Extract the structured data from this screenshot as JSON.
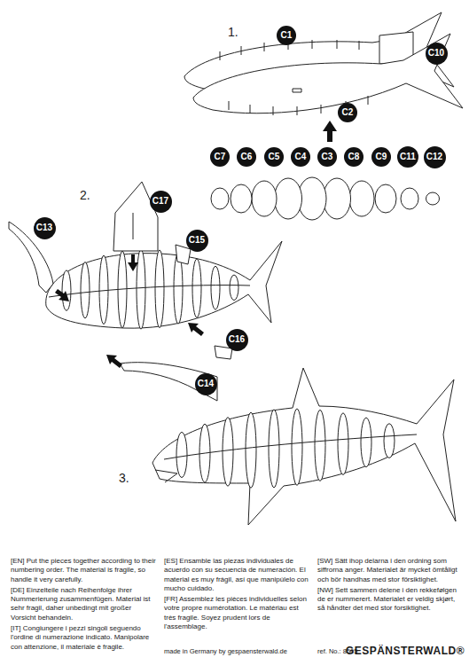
{
  "diagram": {
    "nodes": [
      {
        "text": [
          "C1"
        ]
      },
      {
        "text": [
          "C10"
        ]
      },
      {
        "text": [
          "C2"
        ]
      },
      {
        "text": [
          "C7"
        ]
      },
      {
        "text": [
          "C6"
        ]
      },
      {
        "text": [
          "C5"
        ]
      },
      {
        "text": [
          "C4"
        ]
      },
      {
        "text": [
          "C3"
        ]
      },
      {
        "text": [
          "C8"
        ]
      },
      {
        "text": [
          "C9"
        ]
      },
      {
        "text": [
          "C11"
        ]
      },
      {
        "text": [
          "C12"
        ]
      },
      {
        "text": [
          "C17"
        ]
      },
      {
        "text": [
          "C13"
        ]
      },
      {
        "text": [
          "C15"
        ]
      },
      {
        "text": [
          "C16"
        ]
      },
      {
        "text": [
          "C14"
        ]
      }
    ],
    "labels": [
      "1.",
      "2.",
      "3.",
      "[EN] Put the pieces together according to their numbering order. The material is fragile, so handle it very carefully.",
      "[DE] Einzelteile nach Reihenfolge ihrer Nummerierung zusammenfügen. Material ist sehr fragil, daher unbedingt mit großer Vorsicht behandeln.",
      "[IT] Congiungere i pezzi singoli seguendo l'ordine di numerazione indicato. Manipolare con attenzione, il materiale è fragile.",
      "[ES] Ensamble las piezas individuales de acuerdo con su secuencia de numeración. El material es muy frágil, así que manipúlelo con mucho cuidado.",
      "[FR] Assemblez les pièces individuelles selon votre propre numérotation. Le matériau est très fragile. Soyez prudent lors de l'assemblage.",
      "[SW] Sätt ihop delarna i den ordning som siffrorna anger. Materialet är mycket ömtåligt och bör handhas med stor försiktighet.",
      "[NW] Sett sammen delene i den rekkefølgen de er nummerert. Materialet er veldig skjørt, så håndter det med stor forsiktighet.",
      "made in Germany by gespaensterwald.de",
      "ref. No.: 8505",
      "GESPÄNSTERWALD®"
    ]
  }
}
